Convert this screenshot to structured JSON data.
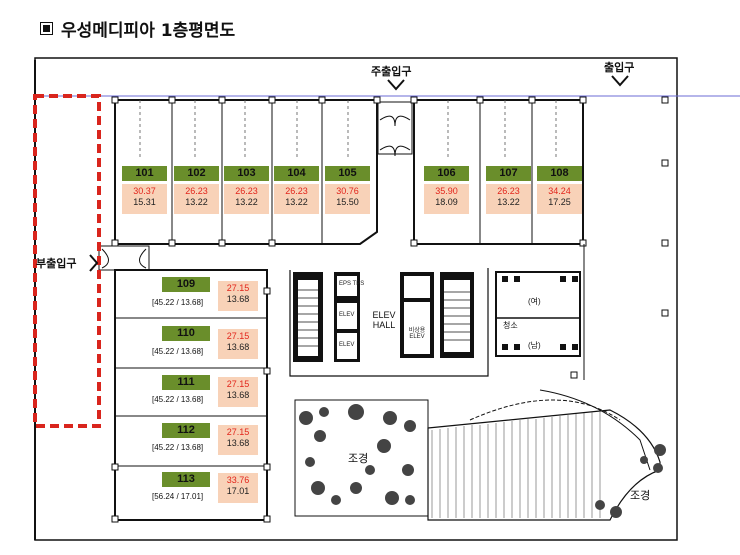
{
  "title": "우성메디피아 1층평면도",
  "entrances": {
    "main": "주출입구",
    "exit": "출입구",
    "sub": "부출입구"
  },
  "core": {
    "elev_hall": "ELEV HALL",
    "elev_small_1": "ELEV",
    "elev_small_2": "ELEV",
    "eps_tps": "EPS TPS",
    "emergency_elev": "비상용 ELEV",
    "women": "(여)",
    "men": "(남)",
    "cleaning": "청소"
  },
  "landscape": {
    "left": "조경",
    "right": "조경"
  },
  "top_units": [
    {
      "no": "101",
      "area1": "30.37",
      "area2": "15.31"
    },
    {
      "no": "102",
      "area1": "26.23",
      "area2": "13.22"
    },
    {
      "no": "103",
      "area1": "26.23",
      "area2": "13.22"
    },
    {
      "no": "104",
      "area1": "26.23",
      "area2": "13.22"
    },
    {
      "no": "105",
      "area1": "30.76",
      "area2": "15.50"
    },
    {
      "no": "106",
      "area1": "35.90",
      "area2": "18.09"
    },
    {
      "no": "107",
      "area1": "26.23",
      "area2": "13.22"
    },
    {
      "no": "108",
      "area1": "34.24",
      "area2": "17.25"
    }
  ],
  "left_units": [
    {
      "no": "109",
      "ratio": "[45.22 / 13.68]",
      "area1": "27.15",
      "area2": "13.68"
    },
    {
      "no": "110",
      "ratio": "[45.22 / 13.68]",
      "area1": "27.15",
      "area2": "13.68"
    },
    {
      "no": "111",
      "ratio": "[45.22 / 13.68]",
      "area1": "27.15",
      "area2": "13.68"
    },
    {
      "no": "112",
      "ratio": "[45.22 / 13.68]",
      "area1": "27.15",
      "area2": "13.68"
    },
    {
      "no": "113",
      "ratio": "[56.24 / 17.01]",
      "area1": "33.76",
      "area2": "17.01"
    }
  ],
  "colors": {
    "unit_tag": "#6a8e2b",
    "area_bg": "#f8d2b8",
    "area_red": "#e2251b",
    "highlight": "#d9251d",
    "blue_line": "#6b6bd6"
  }
}
